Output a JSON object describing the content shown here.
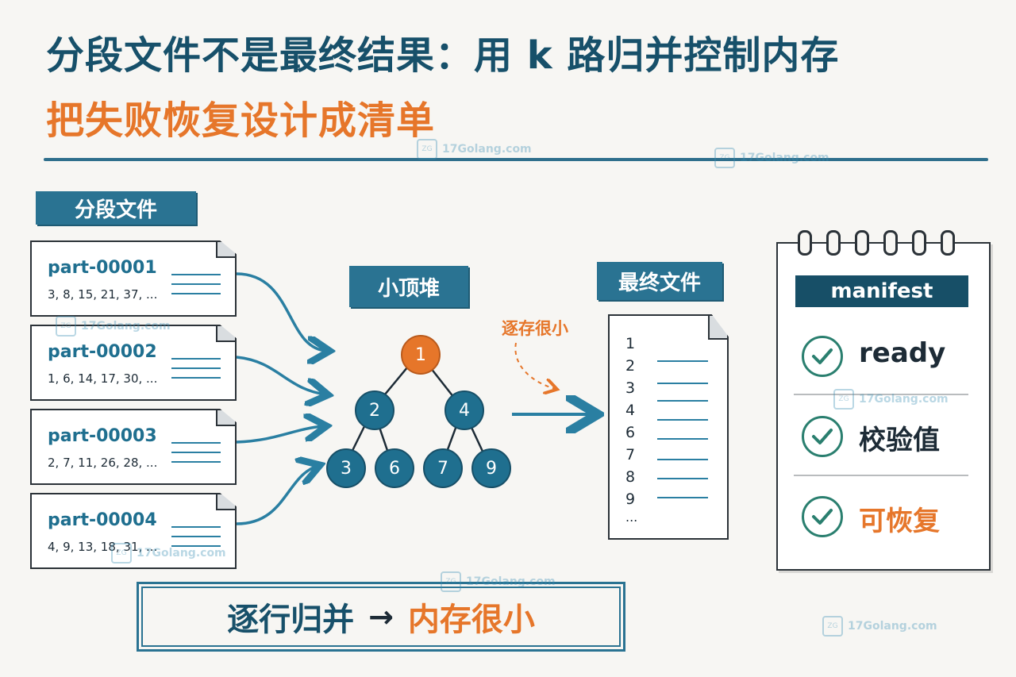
{
  "title": {
    "line1": "分段文件不是最终结果：用 k 路归并控制内存",
    "line2": "把失败恢复设计成清单"
  },
  "segments": {
    "label": "分段文件",
    "parts": [
      {
        "name": "part-00001",
        "values": "3, 8, 15, 21, 37, ..."
      },
      {
        "name": "part-00002",
        "values": "1, 6, 14, 17, 30, ..."
      },
      {
        "name": "part-00003",
        "values": "2, 7, 11, 26, 28, ..."
      },
      {
        "name": "part-00004",
        "values": "4, 9, 13, 18, 31, ..."
      }
    ]
  },
  "heap": {
    "label": "小顶堆",
    "nodes": [
      "1",
      "2",
      "4",
      "3",
      "6",
      "7",
      "9"
    ]
  },
  "note": "逐存很小",
  "final": {
    "label": "最终文件",
    "rows": [
      "1",
      "2",
      "3",
      "4",
      "6",
      "7",
      "8",
      "9",
      "..."
    ]
  },
  "manifest": {
    "title": "manifest",
    "items": [
      {
        "label": "ready",
        "icon": "check-icon"
      },
      {
        "label": "校验值",
        "icon": "check-icon"
      },
      {
        "label": "可恢复",
        "icon": "check-icon"
      }
    ]
  },
  "bottom": {
    "left": "逐行归并",
    "arrow": "→",
    "right": "内存很小"
  },
  "watermark": "17Golang.com",
  "colors": {
    "teal": "#1f6f8f",
    "dark_teal": "#174f67",
    "orange": "#e6762a",
    "check_green": "#2a7f6f"
  }
}
